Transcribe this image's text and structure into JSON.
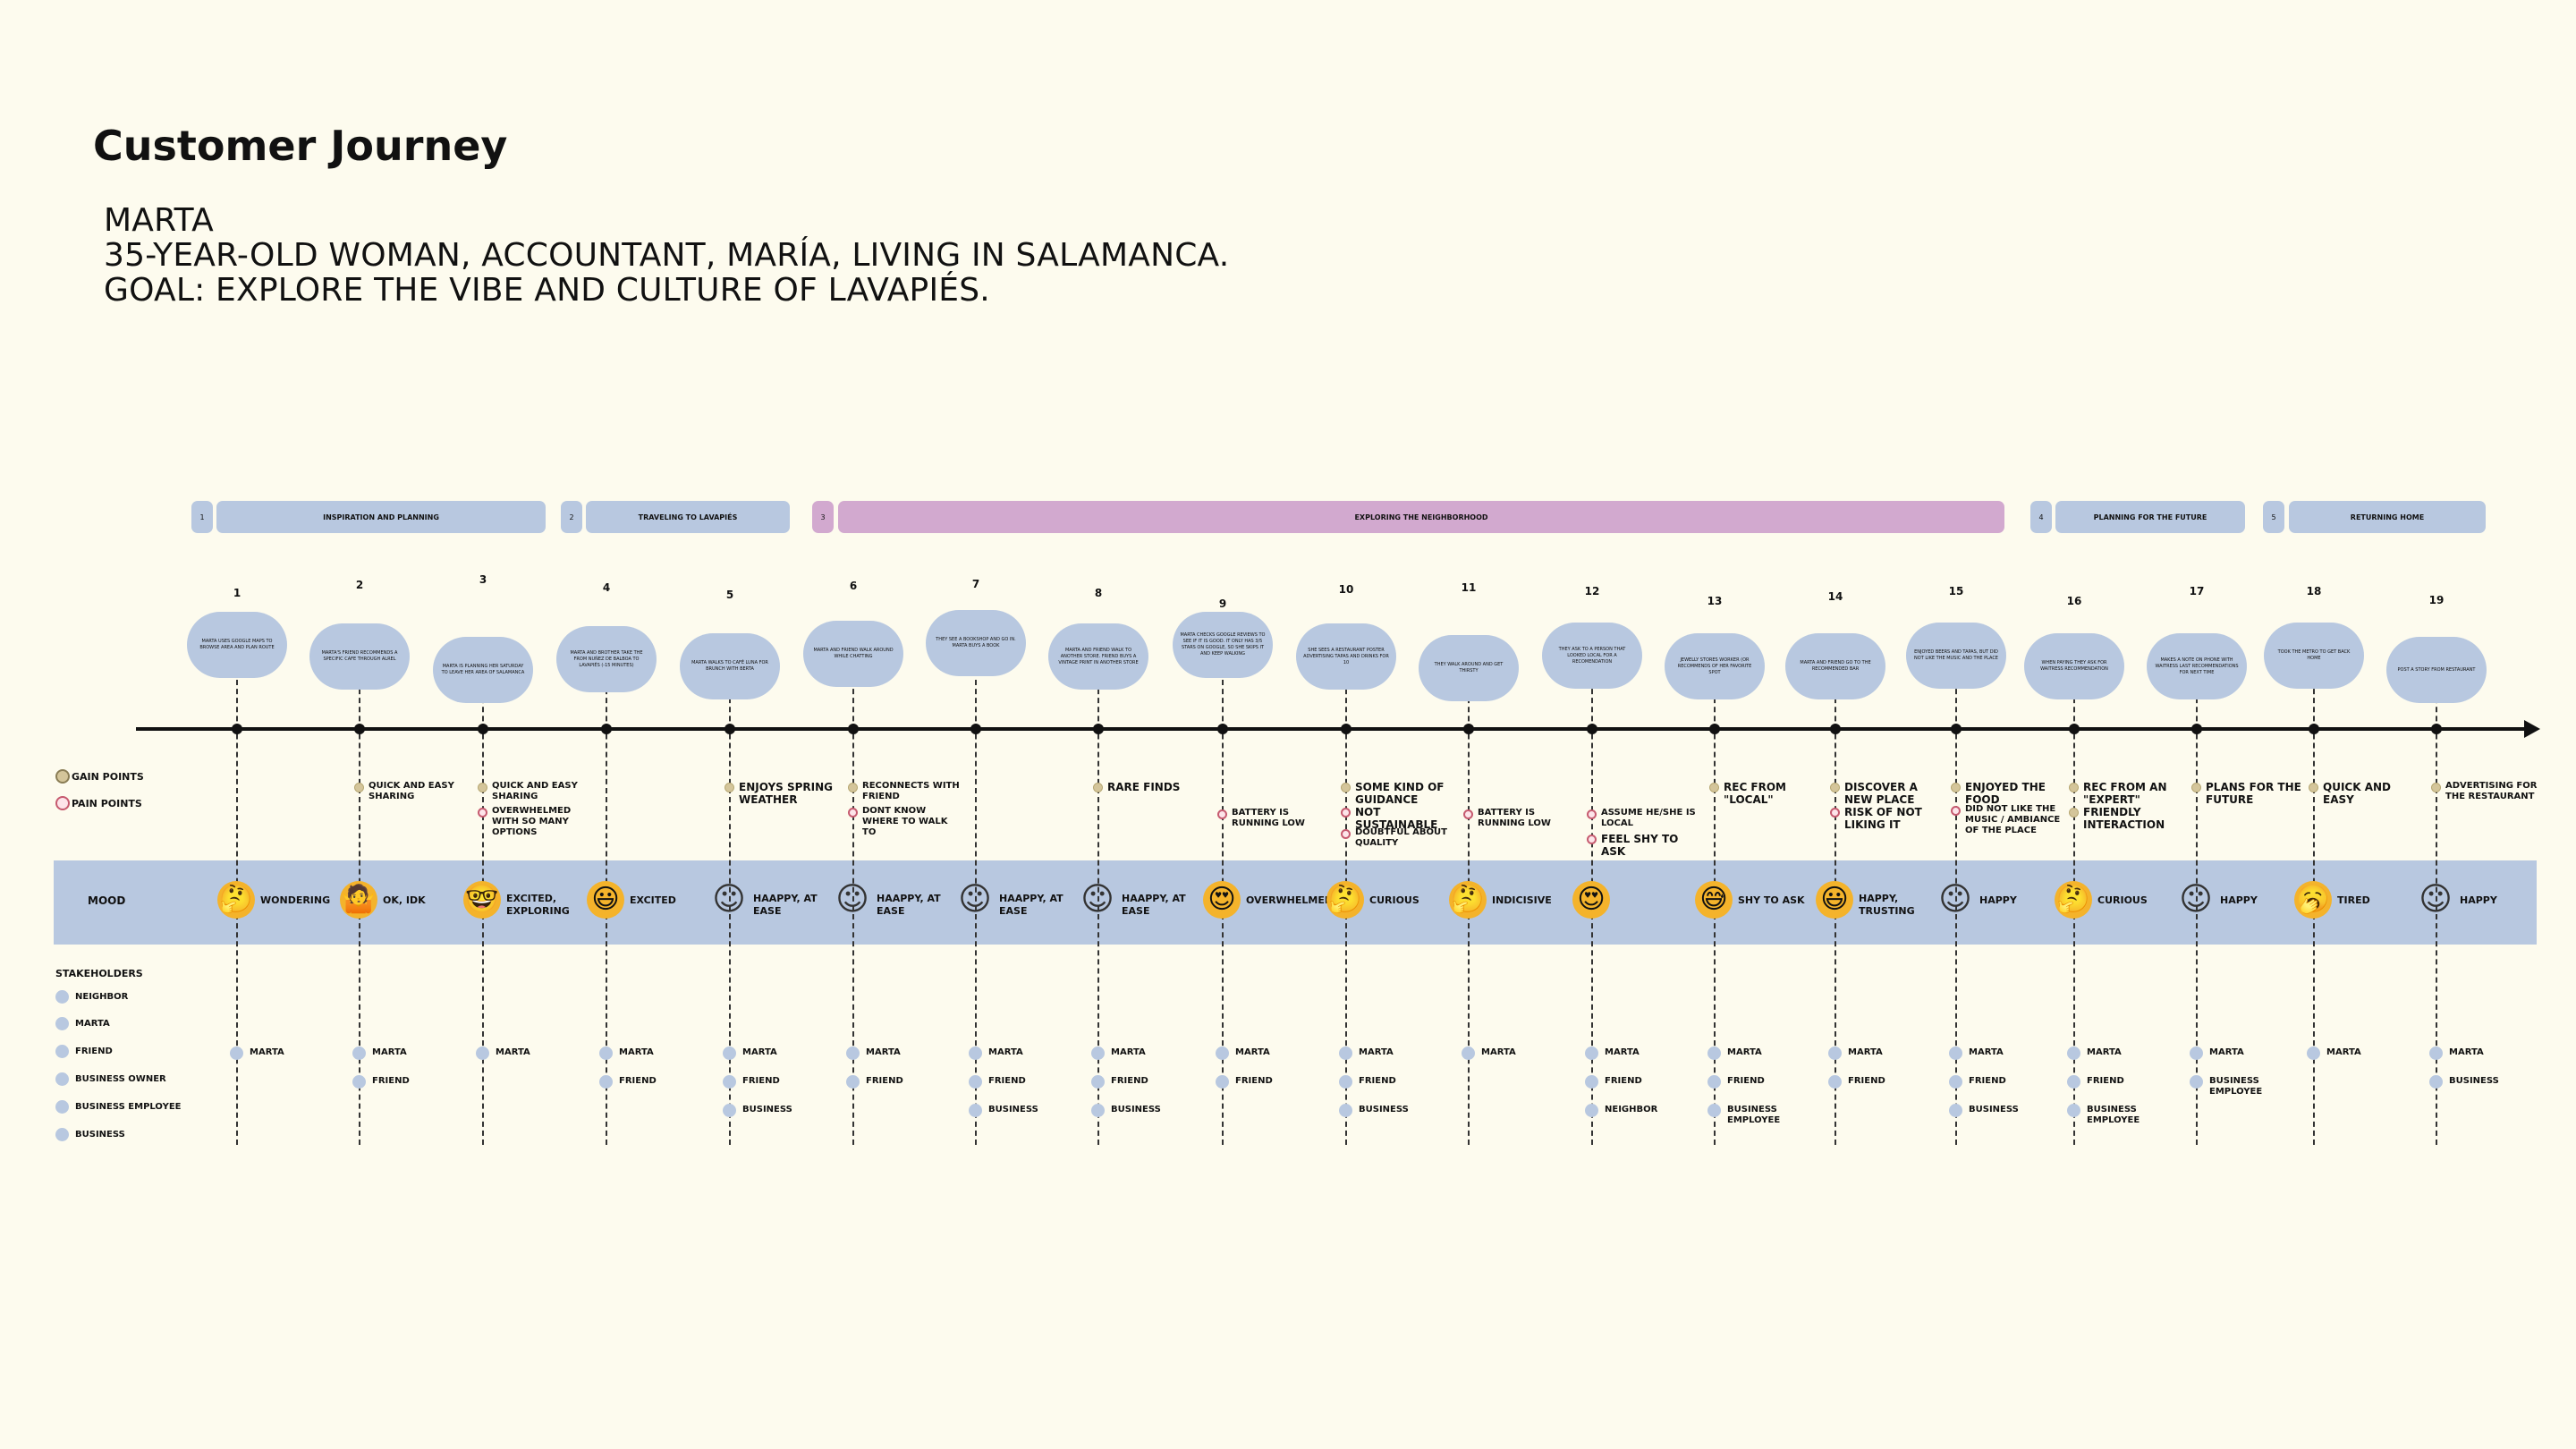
{
  "title": "Customer Journey",
  "persona": {
    "name": "MARTA",
    "description": "35-YEAR-OLD WOMAN, ACCOUNTANT, MARÍA, LIVING IN SALAMANCA.",
    "goal": "GOAL: EXPLORE THE VIBE AND CULTURE OF LAVAPIÉS."
  },
  "colors": {
    "background": "#fdfbee",
    "accent_blue": "#b8c8e0",
    "accent_pink": "#d2a9cf",
    "gain": "#d4c59a",
    "pain": "#c65a6f"
  },
  "phases": [
    {
      "num": "1",
      "label": "INSPIRATION AND PLANNING",
      "color": "blue"
    },
    {
      "num": "2",
      "label": "TRAVELING TO LAVAPIÉS",
      "color": "blue"
    },
    {
      "num": "3",
      "label": "EXPLORING THE NEIGHBORHOOD",
      "color": "pink"
    },
    {
      "num": "4",
      "label": "PLANNING FOR THE FUTURE",
      "color": "blue"
    },
    {
      "num": "5",
      "label": "RETURNING HOME",
      "color": "blue"
    }
  ],
  "legend": {
    "gain": "GAIN POINTS",
    "pain": "PAIN POINTS",
    "mood": "MOOD",
    "stakeholders_title": "STAKEHOLDERS"
  },
  "stakeholder_types": [
    "NEIGHBOR",
    "MARTA",
    "FRIEND",
    "BUSINESS OWNER",
    "BUSINESS EMPLOYEE",
    "BUSINESS"
  ],
  "steps": [
    {
      "n": "1",
      "action": "MARTA USES GOOGLE MAPS TO BROWSE AREA AND PLAN ROUTE",
      "gains": [],
      "pains": [],
      "mood_icon": "thinking-face-icon",
      "mood_glyph": "🤔",
      "mood": "WONDERING",
      "stakeholders": [
        "MARTA"
      ]
    },
    {
      "n": "2",
      "action": "MARTA'S FRIEND RECOMMENDS A SPECIFIC CAFE THROUGH ALREL",
      "gains": [
        "QUICK AND EASY SHARING"
      ],
      "pains": [],
      "mood_icon": "person-shrugging-icon",
      "mood_glyph": "🤷",
      "mood": "OK, IDK",
      "stakeholders": [
        "MARTA",
        "FRIEND"
      ]
    },
    {
      "n": "3",
      "action": "MARTA IS PLANNING HER SATURDAY TO LEAVE HER AREA OF SALAMANCA",
      "gains": [
        "QUICK AND EASY SHARING"
      ],
      "pains": [
        "OVERWHELMED WITH SO MANY OPTIONS"
      ],
      "mood_icon": "nerd-face-icon",
      "mood_glyph": "🤓",
      "mood": "EXCITED, EXPLORING",
      "stakeholders": [
        "MARTA"
      ]
    },
    {
      "n": "4",
      "action": "MARTA AND BROTHER TAKE THE FROM NUÑEZ DE BALBOA TO LAVAPIÉS (-15 MINUTES)",
      "gains": [],
      "pains": [],
      "mood_icon": "grinning-face-icon",
      "mood_glyph": "😃",
      "mood": "EXCITED",
      "stakeholders": [
        "MARTA",
        "FRIEND"
      ]
    },
    {
      "n": "5",
      "action": "MARTA WALKS TO CAFÉ LUNA FOR BRUNCH WITH BERTA",
      "gains": [
        "ENJOYS SPRING WEATHER"
      ],
      "pains": [],
      "mood_icon": "smiling-face-icon",
      "mood_glyph": "☺",
      "mood": "HAAPPY, AT EASE",
      "stakeholders": [
        "MARTA",
        "FRIEND",
        "BUSINESS"
      ]
    },
    {
      "n": "6",
      "action": "MARTA AND FRIEND WALK AROUND WHILE CHATTING",
      "gains": [
        "RECONNECTS WITH FRIEND"
      ],
      "pains": [
        "DONT KNOW WHERE TO WALK TO"
      ],
      "mood_icon": "smiling-face-icon",
      "mood_glyph": "☺",
      "mood": "HAAPPY, AT EASE",
      "stakeholders": [
        "MARTA",
        "FRIEND"
      ]
    },
    {
      "n": "7",
      "action": "THEY SEE A BOOKSHOP AND GO IN. MARTA BUYS A BOOK",
      "gains": [],
      "pains": [],
      "mood_icon": "smiling-face-icon",
      "mood_glyph": "☺",
      "mood": "HAAPPY, AT EASE",
      "stakeholders": [
        "MARTA",
        "FRIEND",
        "BUSINESS"
      ]
    },
    {
      "n": "8",
      "action": "MARTA AND FRIEND WALK TO ANOTHER STORE. FRIEND BUYS A VINTAGE PRINT IN ANOTHER STORE",
      "gains": [
        "RARE FINDS"
      ],
      "pains": [],
      "mood_icon": "smiling-face-icon",
      "mood_glyph": "☺",
      "mood": "HAAPPY, AT EASE",
      "stakeholders": [
        "MARTA",
        "FRIEND",
        "BUSINESS"
      ]
    },
    {
      "n": "9",
      "action": "MARTA CHECKS GOOGLE REVIEWS TO SEE IF IT IS GOOD. IT ONLY HAS 3/5 STARS ON GOOGLE, SO SHE SKIPS IT AND KEEP WALKING",
      "gains": [],
      "pains": [
        "BATTERY IS RUNNING LOW"
      ],
      "mood_icon": "heart-eyes-face-icon",
      "mood_glyph": "😍",
      "mood": "OVERWHELMED",
      "stakeholders": [
        "MARTA",
        "FRIEND"
      ]
    },
    {
      "n": "10",
      "action": "SHE SEES A RESTAURANT POSTER ADVERTISING TAPAS AND DRINKS FOR 10",
      "gains": [
        "SOME KIND OF GUIDANCE"
      ],
      "pains": [
        "NOT SUSTAINABLE",
        "DOUBTFUL ABOUT QUALITY"
      ],
      "mood_icon": "thinking-face-icon",
      "mood_glyph": "🤔",
      "mood": "CURIOUS",
      "stakeholders": [
        "MARTA",
        "FRIEND",
        "BUSINESS"
      ]
    },
    {
      "n": "11",
      "action": "THEY WALK AROUND AND GET THIRSTY",
      "gains": [],
      "pains": [
        "BATTERY IS RUNNING LOW"
      ],
      "mood_icon": "thinking-face-icon",
      "mood_glyph": "🤔",
      "mood": "INDICISIVE",
      "stakeholders": [
        "MARTA"
      ]
    },
    {
      "n": "12",
      "action": "THEY ASK TO A PERSON THAT LOOKED LOCAL FOR A RECOMENDATION",
      "gains": [],
      "pains": [
        "ASSUME HE/SHE IS LOCAL",
        "FEEL SHY TO ASK"
      ],
      "mood_icon": "heart-eyes-face-icon",
      "mood_glyph": "😍",
      "mood": "",
      "stakeholders": [
        "MARTA",
        "FRIEND",
        "NEIGHBOR"
      ]
    },
    {
      "n": "13",
      "action": "JEWELLY STORES WORKER (OR RECOMMENDS OF HER FAVORITE SPOT",
      "gains": [
        "REC FROM \"LOCAL\""
      ],
      "pains": [],
      "mood_icon": "grinning-sweat-face-icon",
      "mood_glyph": "😅",
      "mood": "SHY TO ASK",
      "stakeholders": [
        "MARTA",
        "FRIEND",
        "BUSINESS EMPLOYEE"
      ]
    },
    {
      "n": "14",
      "action": "MARTA AND FRIEND GO TO THE RECOMMENDED BAR",
      "gains": [
        "DISCOVER A NEW PLACE"
      ],
      "pains": [
        "RISK OF NOT LIKING IT"
      ],
      "mood_icon": "grinning-face-icon",
      "mood_glyph": "😃",
      "mood": "HAPPY, TRUSTING",
      "stakeholders": [
        "MARTA",
        "FRIEND"
      ]
    },
    {
      "n": "15",
      "action": "ENJOYED BEERS AND TAPAS, BUT DID NOT LIKE THE MUSIC AND THE PLACE",
      "gains": [
        "ENJOYED THE FOOD"
      ],
      "pains": [
        "DID NOT LIKE THE MUSIC / AMBIANCE OF THE PLACE"
      ],
      "mood_icon": "smiling-face-icon",
      "mood_glyph": "☺",
      "mood": "HAPPY",
      "stakeholders": [
        "MARTA",
        "FRIEND",
        "BUSINESS"
      ]
    },
    {
      "n": "16",
      "action": "WHEN PAYING THEY ASK FOR WAITRESS RECOMMENDATION",
      "gains": [
        "REC FROM AN \"EXPERT\"",
        "FRIENDLY INTERACTION"
      ],
      "pains": [],
      "mood_icon": "thinking-face-icon",
      "mood_glyph": "🤔",
      "mood": "CURIOUS",
      "stakeholders": [
        "MARTA",
        "FRIEND",
        "BUSINESS EMPLOYEE"
      ]
    },
    {
      "n": "17",
      "action": "MAKES A NOTE ON PHONE WITH WAITRESS LAST RECOMMENDATIONS FOR NEXT TIME",
      "gains": [
        "PLANS FOR THE FUTURE"
      ],
      "pains": [],
      "mood_icon": "smiling-face-icon",
      "mood_glyph": "☺",
      "mood": "HAPPY",
      "stakeholders": [
        "MARTA",
        "BUSINESS EMPLOYEE"
      ]
    },
    {
      "n": "18",
      "action": "TOOK THE METRO TO GET BACK HOME",
      "gains": [
        "QUICK AND EASY"
      ],
      "pains": [],
      "mood_icon": "yawning-face-icon",
      "mood_glyph": "🥱",
      "mood": "TIRED",
      "stakeholders": [
        "MARTA"
      ]
    },
    {
      "n": "19",
      "action": "POST A STORY FROM RESTAURANT",
      "gains": [
        "ADVERTISING FOR THE RESTAURANT"
      ],
      "pains": [],
      "mood_icon": "smiling-face-icon",
      "mood_glyph": "☺",
      "mood": "HAPPY",
      "stakeholders": [
        "MARTA",
        "BUSINESS"
      ]
    }
  ]
}
